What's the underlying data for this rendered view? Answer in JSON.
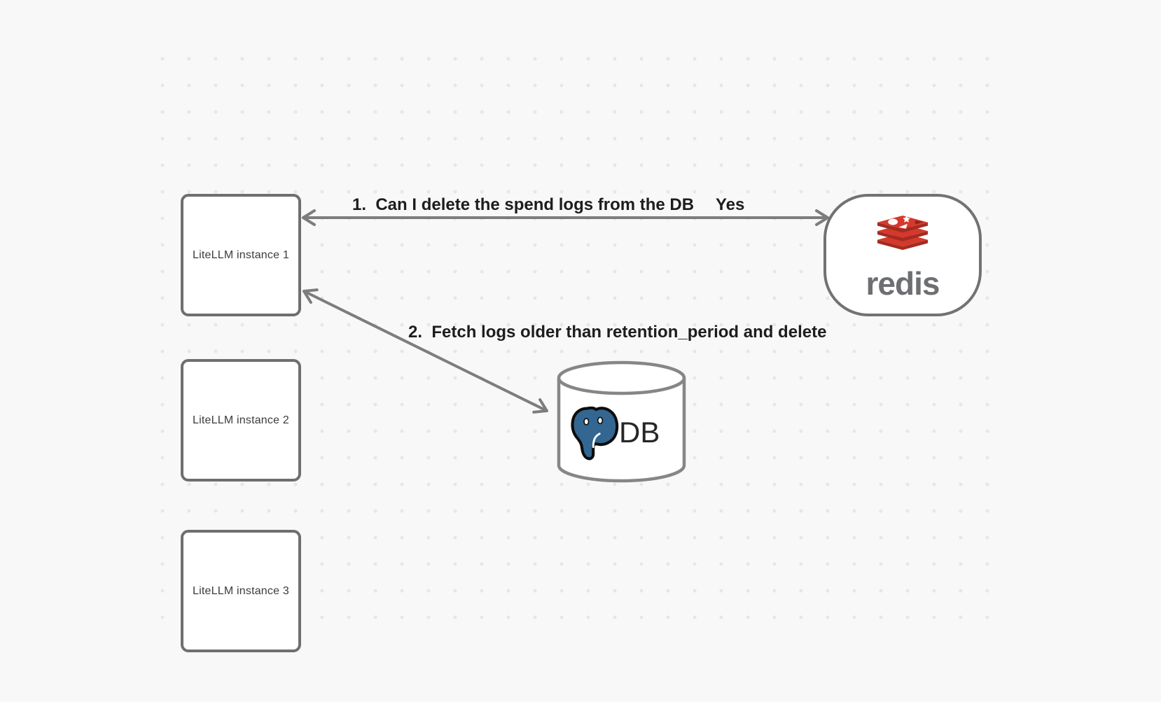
{
  "canvas": {
    "background_color": "#f8f8f8",
    "dot_color": "#e7e7e7"
  },
  "nodes": {
    "litellm_instances": [
      {
        "label": "LiteLLM instance 1"
      },
      {
        "label": "LiteLLM instance 2"
      },
      {
        "label": "LiteLLM instance 3"
      }
    ],
    "redis": {
      "label": "redis",
      "icon": "redis-stack-icon",
      "logo_red": "#d5382c",
      "logo_dark_red": "#a32b20",
      "wordmark_color": "#6d6f72"
    },
    "db": {
      "label": "DB",
      "icon": "postgresql-elephant-icon",
      "postgres_blue": "#336791",
      "shape": "cylinder"
    }
  },
  "edges": [
    {
      "from": "litellm-instance-1",
      "to": "redis",
      "bidirectional": true,
      "label": "1.  Can I delete the spend logs from the DB",
      "response": "Yes"
    },
    {
      "from": "litellm-instance-1",
      "to": "db",
      "bidirectional": true,
      "label": "2.  Fetch logs older than retention_period and delete"
    }
  ],
  "colors": {
    "node_border": "#6f6f6f",
    "arrow": "#7d7d7d",
    "label_text": "#1d1d1f",
    "box_label_text": "#3c3c3c"
  }
}
